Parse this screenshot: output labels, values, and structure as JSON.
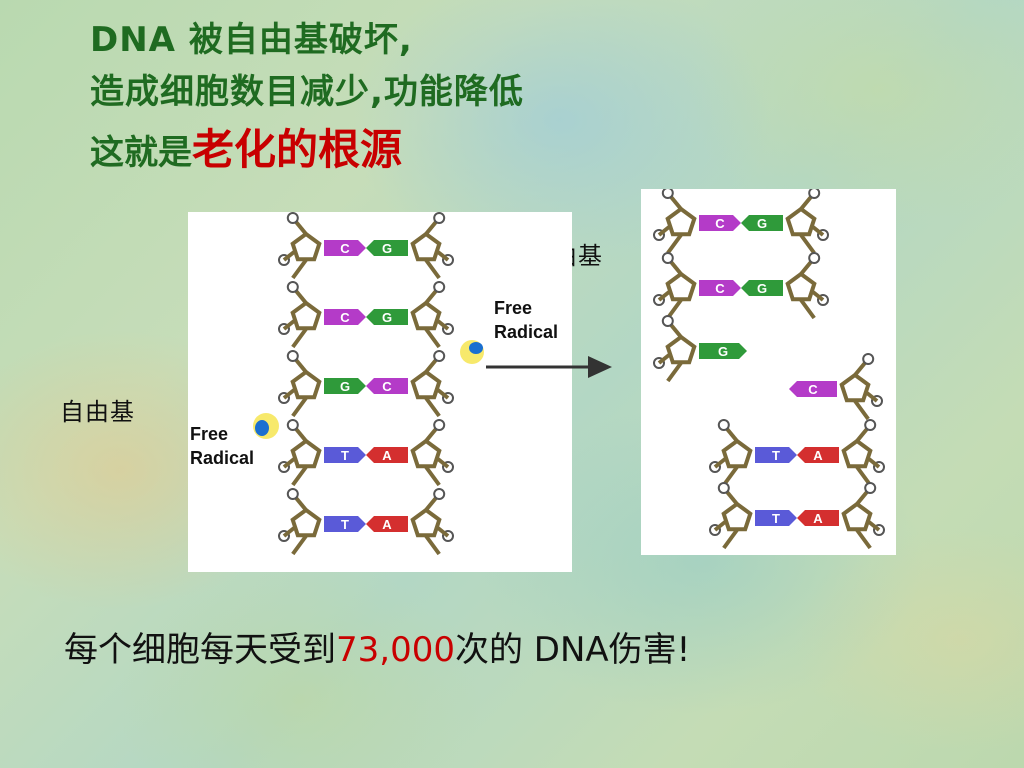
{
  "title": {
    "line1": "DNA 被自由基破坏,",
    "line2": "造成细胞数目减少,功能降低",
    "line3_prefix": "这就是",
    "line3_highlight": "老化的根源"
  },
  "labels": {
    "radical_cn_right": "自由基",
    "radical_cn_left": "自由基"
  },
  "diagram": {
    "free_radical_left": [
      "Free",
      "Radical"
    ],
    "free_radical_right": [
      "Free",
      "Radical"
    ],
    "base_pairs_intact": [
      {
        "left": "C",
        "right": "G"
      },
      {
        "left": "C",
        "right": "G"
      },
      {
        "left": "G",
        "right": "C"
      },
      {
        "left": "T",
        "right": "A"
      },
      {
        "left": "T",
        "right": "A"
      }
    ],
    "base_pairs_damaged_top": [
      {
        "left": "C",
        "right": "G"
      },
      {
        "left": "C",
        "right": "G"
      }
    ],
    "broken_left_base": "G",
    "broken_right_base": "C",
    "base_pairs_damaged_bottom": [
      {
        "left": "T",
        "right": "A"
      },
      {
        "left": "T",
        "right": "A"
      }
    ],
    "colors": {
      "C": "#b43bc8",
      "G": "#2f9a3a",
      "T": "#5a5ad8",
      "A": "#d42f2f",
      "backbone": "#7a6a3a",
      "arrow": "#333333",
      "radical_glow": "#f4e23a",
      "radical_blob": "#1a6fd0"
    }
  },
  "bottom": {
    "prefix": "每个细胞每天受到",
    "number": "73,000",
    "suffix": "次的 DNA伤害!"
  }
}
